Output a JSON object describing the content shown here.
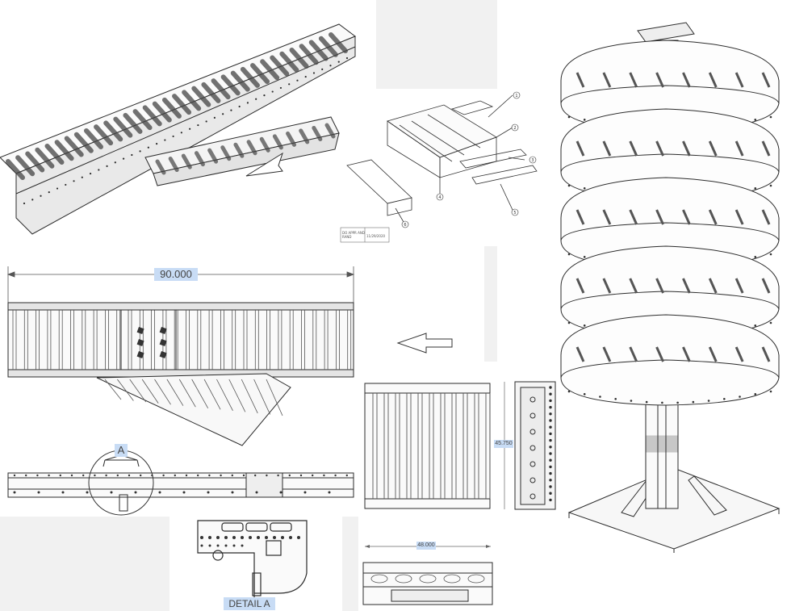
{
  "dimensions": {
    "overall_length": "90.000",
    "unit_height": "45.750",
    "unit_width": "48.000"
  },
  "detail": {
    "callout": "A",
    "title": "DETAIL A"
  },
  "exploded_view": {
    "balloons": [
      "1",
      "2",
      "3",
      "4",
      "5",
      "6"
    ],
    "title_block": {
      "cell_1": "DO APPR AND\nRAND",
      "cell_2": "11/29/2020"
    }
  },
  "colors": {
    "line": "#2b2b2b",
    "dimension_highlight": "#c8dcf5",
    "background_gap": "#f1f1f1"
  }
}
